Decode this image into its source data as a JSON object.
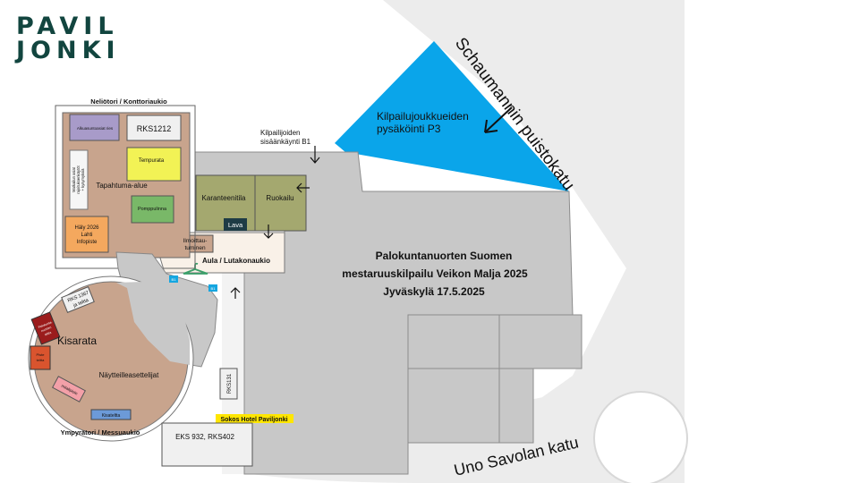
{
  "logo": {
    "line1": "PAVIL",
    "line2": "JONKI"
  },
  "colors": {
    "road": "#ececec",
    "building": "#c8c8c8",
    "parking": "#0aa5ea",
    "plaza": "#c8a48d",
    "green_room": "#a4a86f",
    "brand": "#12453f"
  },
  "streets": {
    "top_right": "Schaumannin puistokatu",
    "bottom_right": "Uno Savolan katu"
  },
  "parking": {
    "line1": "Kilpailujoukkueiden",
    "line2": "pysäköinti P3"
  },
  "entrance": {
    "line1": "Kilpailijoiden",
    "line2": "sisäänkäynti B1"
  },
  "event": {
    "line1": "Palokuntanuorten Suomen",
    "line2": "mestaruuskilpailu Veikon Malja 2025",
    "line3": "Jyväskylä 17.5.2025"
  },
  "rooms": {
    "karanteeni": "Karanteenitila",
    "ruokailu": "Ruokailu",
    "lava": "Lava",
    "ilmoittautuminen_1": "Ilmoittau-",
    "ilmoittautuminen_2": "tuminen",
    "aula": "Aula / Lutakonaukio"
  },
  "square_top": {
    "title": "Neliötori / Konttoriaukio",
    "area": "Tapahtuma-alue",
    "rks1212": "RKS1212",
    "purple": "Alkuasuntoasiat ries",
    "tempurata": "Tempurata",
    "pomppulinna": "Pomppulinna",
    "haly_1": "Häly 2026",
    "haly_2": "Lahti",
    "haly_3": "Infopiste",
    "white_1": "Matkailun asiat",
    "white_2": "rajoituksenkäytöt",
    "white_3": "+ kysymyksiä"
  },
  "circle": {
    "title": "Ympyrätori / Messuaukio",
    "kisarata": "Kisarata",
    "rks1367_1": "RKS 1367",
    "rks1367_2": "ja teltta",
    "red_1": "Palokunta-",
    "red_2": "nuorten",
    "red_3": "teltta",
    "orange_1": "Piste",
    "orange_2": "teltta",
    "nayttely": "Näytteilleasettelijat",
    "pink": "mitalipiste",
    "blue": "Kisateltta"
  },
  "vehicles": {
    "rks131": "RKS131",
    "sokos": "Sokos Hotel Paviljonki",
    "eks": "EKS 932, RKS402"
  },
  "markers": {
    "door": "B1"
  }
}
